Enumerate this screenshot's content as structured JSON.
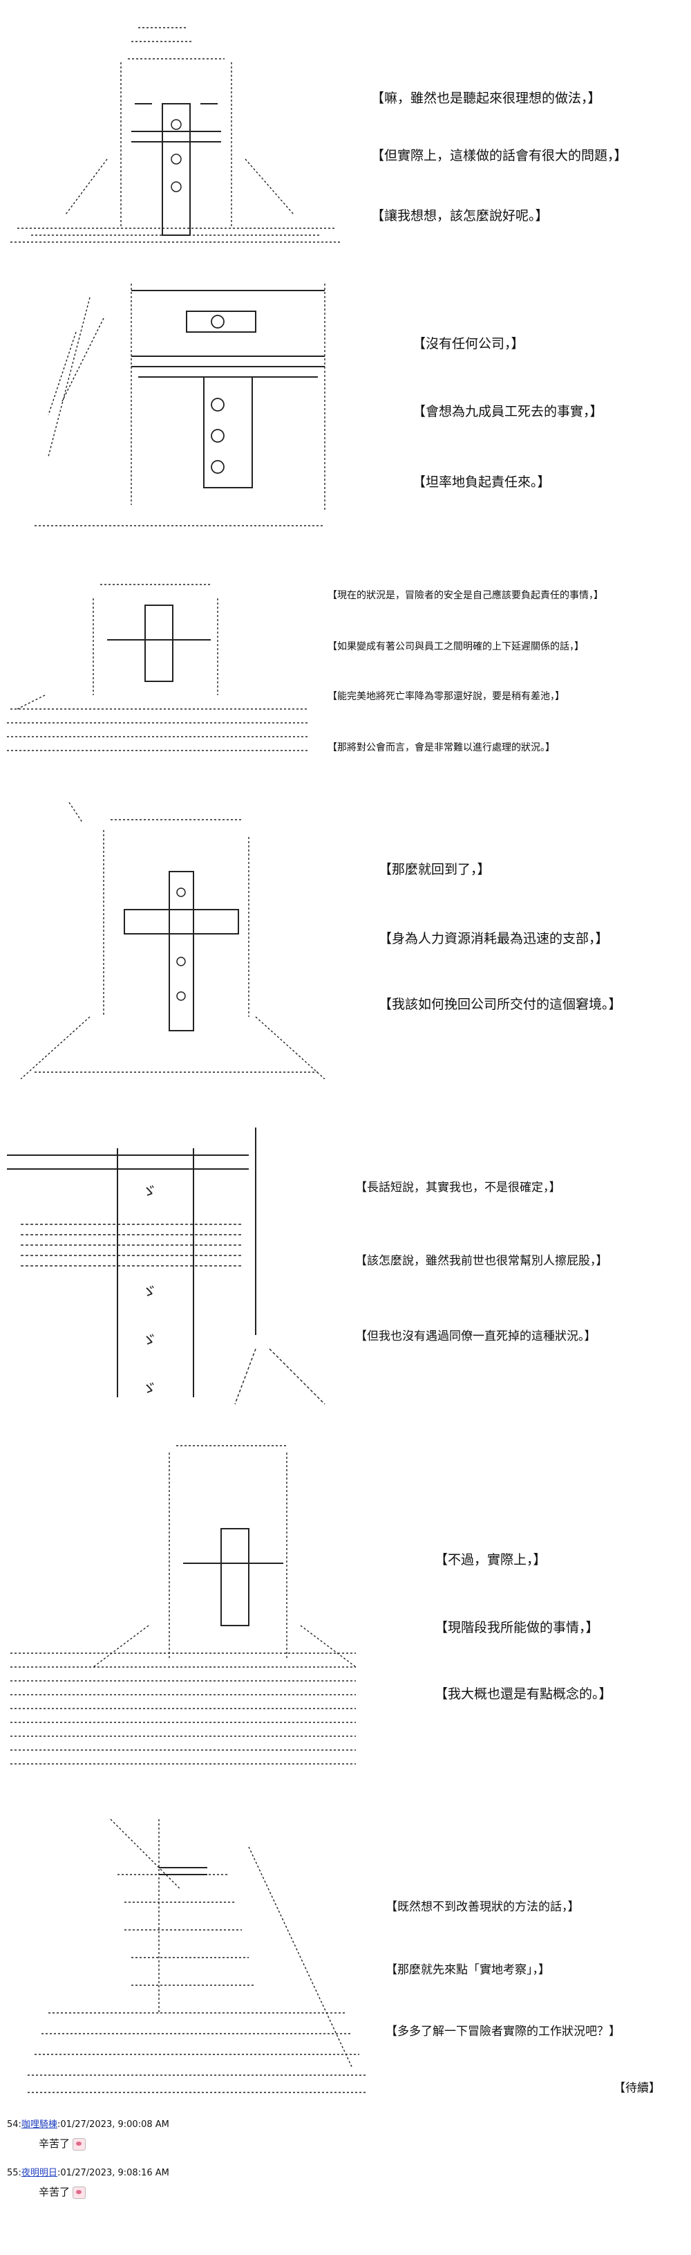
{
  "panels": [
    {
      "lines": [
        "【嘛，雖然也是聽起來很理想的做法，】",
        "【但實際上，這樣做的話會有很大的問題，】",
        "【讓我想想，該怎麼說好呢。】"
      ]
    },
    {
      "lines": [
        "【沒有任何公司，】",
        "【會想為九成員工死去的事實，】",
        "【坦率地負起責任來。】"
      ]
    },
    {
      "lines": [
        "【現在的狀況是，冒險者的安全是自己應該要負起責任的事情，】",
        "【如果變成有著公司與員工之間明確的上下延遲關係的話，】",
        "【能完美地將死亡率降為零那還好說，要是稍有差池，】",
        "【那將對公會而言，會是非常難以進行處理的狀況。】"
      ]
    },
    {
      "lines": [
        "【那麼就回到了，】",
        "【身為人力資源消耗最為迅速的支部，】",
        "【我該如何挽回公司所交付的這個窘境。】"
      ]
    },
    {
      "lines": [
        "【長話短說，其實我也，不是很確定，】",
        "【該怎麼說，雖然我前世也很常幫別人擦屁股，】",
        "【但我也沒有遇過同僚一直死掉的這種狀況。】"
      ]
    },
    {
      "lines": [
        "【不過，實際上，】",
        "【現階段我所能做的事情，】",
        "【我大概也還是有點概念的。】"
      ]
    },
    {
      "lines": [
        "【既然想不到改善現狀的方法的話，】",
        "【那麼就先來點「實地考察」，】",
        "【多多了解一下冒險者實際的工作狀況吧？】"
      ]
    }
  ],
  "ending": "【待續】",
  "posts": [
    {
      "num": "54:",
      "name": "咖哩騎棟",
      "meta": ":01/27/2023, 9:00:08 AM",
      "body": "辛苦了"
    },
    {
      "num": "55:",
      "name": "夜明明日",
      "meta": ":01/27/2023, 9:08:16 AM",
      "body": "辛苦了"
    }
  ],
  "emoticon_icon": "emoticon-icon"
}
